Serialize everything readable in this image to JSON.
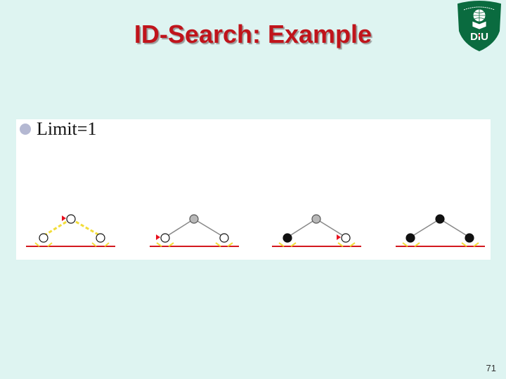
{
  "slide": {
    "title": "ID-Search: Example",
    "bullet_text": "Limit=1",
    "page_number": "71"
  },
  "logo": {
    "text": "DIU",
    "ring_text": "DAFFODIL INTERNATIONAL UNIVERSITY",
    "color_primary": "#0a6b3f",
    "color_accent": "#d31f26"
  },
  "colors": {
    "background": "#def4f1",
    "title": "#c0141b",
    "edge_active": "#f2dd3a",
    "ground_line": "#d4181f",
    "node_expanded": "#111111",
    "node_visited": "#b8b8b8",
    "node_open": "#ffffff",
    "arrow": "#e8101e"
  },
  "diagram": {
    "frames": [
      {
        "id": "frame-1",
        "root": "open",
        "left": "open",
        "right": "open",
        "edges": "dashed-yellow",
        "arrow_at": "root"
      },
      {
        "id": "frame-2",
        "root": "visited",
        "left": "open",
        "right": "open",
        "edges": "solid-gray",
        "arrow_at": "left"
      },
      {
        "id": "frame-3",
        "root": "visited",
        "left": "expanded",
        "right": "open",
        "edges": "solid-gray",
        "arrow_at": "right"
      },
      {
        "id": "frame-4",
        "root": "expanded",
        "left": "expanded",
        "right": "expanded",
        "edges": "solid-gray",
        "arrow_at": "none"
      }
    ]
  }
}
